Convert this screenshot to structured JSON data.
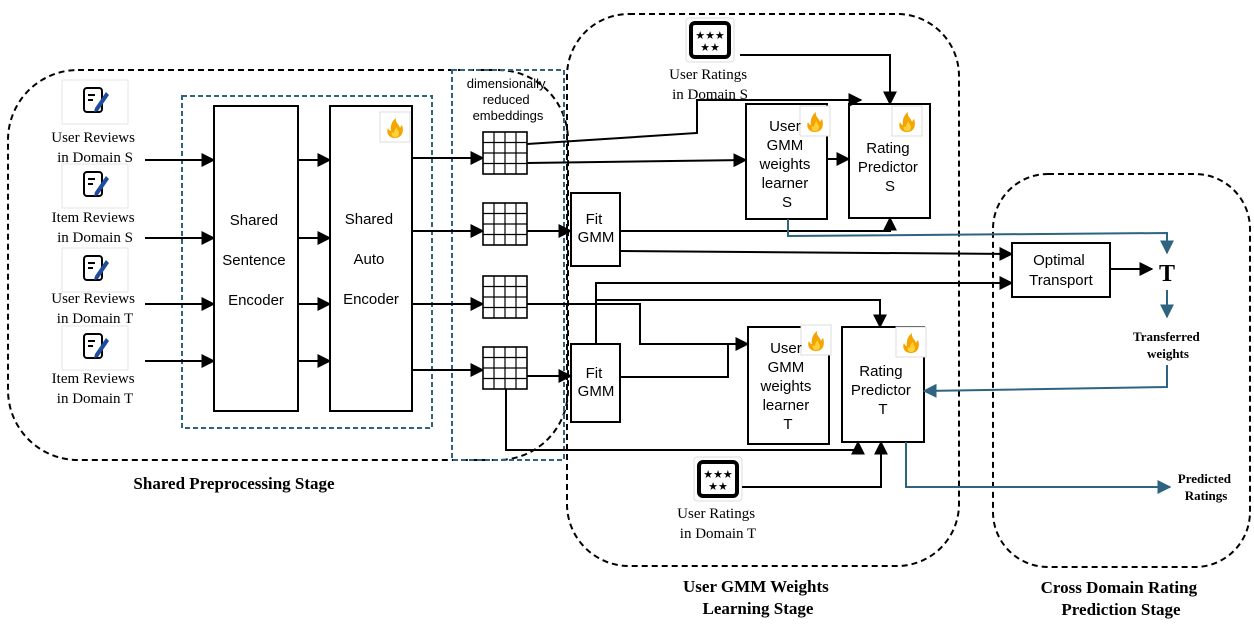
{
  "inputs": {
    "user_reviews_s": [
      "User Reviews",
      "in Domain S"
    ],
    "item_reviews_s": [
      "Item Reviews",
      "in Domain S"
    ],
    "user_reviews_t": [
      "User Reviews",
      "in Domain T"
    ],
    "item_reviews_t": [
      "Item Reviews",
      "in Domain T"
    ]
  },
  "encoders": {
    "sentence": [
      "Shared",
      "Sentence",
      "Encoder"
    ],
    "auto": [
      "Shared",
      "Auto",
      "Encoder"
    ]
  },
  "embeddings_label": [
    "dimensionally",
    "reduced",
    "embeddings"
  ],
  "gmm_stage": {
    "ratings_s": [
      "User Ratings",
      "in Domain S"
    ],
    "ratings_t": [
      "User Ratings",
      "in Domain T"
    ],
    "fit_gmm": [
      "Fit",
      "GMM"
    ],
    "learner_s": [
      "User",
      "GMM",
      "weights",
      "learner",
      "S"
    ],
    "learner_t": [
      "User",
      "GMM",
      "weights",
      "learner",
      "T"
    ],
    "predictor_s": [
      "Rating",
      "Predictor",
      "S"
    ],
    "predictor_t": [
      "Rating",
      "Predictor",
      "T"
    ]
  },
  "cross_stage": {
    "ot": [
      "Optimal",
      "Transport"
    ],
    "t_symbol": "T",
    "transferred": [
      "Transferred",
      "weights"
    ],
    "predicted": [
      "Predicted",
      "Ratings"
    ]
  },
  "stage_labels": {
    "preprocessing": [
      "Shared Preprocessing Stage"
    ],
    "gmm": [
      "User GMM Weights",
      "Learning Stage"
    ],
    "cross": [
      "Cross Domain Rating",
      "Prediction Stage"
    ]
  },
  "colors": {
    "line": "#000000",
    "teal": "#2e6480",
    "fire": "#f5a400",
    "fire_inner": "#ffd23a"
  },
  "icons": [
    "review-note-icon",
    "fire-icon",
    "star-rating-icon",
    "embedding-grid-icon"
  ]
}
